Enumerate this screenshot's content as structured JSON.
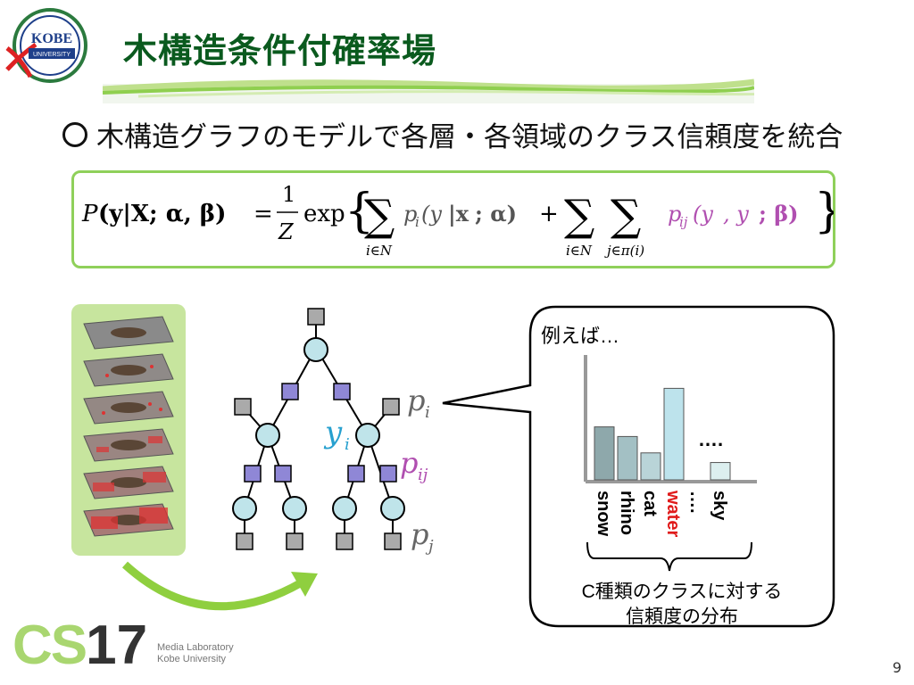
{
  "logo": {
    "text": "KOBE",
    "subtext": "UNIVERSITY"
  },
  "title": "木構造条件付確率場",
  "bullet": "木構造グラフのモデルで各層・各領域のクラス信頼度を統合",
  "formula": {
    "lhs_P": "P",
    "lhs_args": "(y|X; α, β)",
    "equals": "=",
    "frac_num": "1",
    "frac_den": "Z",
    "exp": "exp",
    "sum1_sub": "i∈N",
    "term1": "p",
    "term1_sub": "i",
    "term1_args": "(y",
    "term1_args2": "|x",
    "term1_args3": "; α)",
    "plus": "+",
    "sum2_sub": "i∈N",
    "sum3_sub": "j∈π(i)",
    "term2": "p",
    "term2_sub": "ij",
    "term2_args": "(y",
    "term2_args_mid": ", y",
    "term2_args_end": "; β)"
  },
  "tree": {
    "label_pi": "p",
    "label_pi_sub": "i",
    "label_yi": "y",
    "label_yi_sub": "i",
    "label_pij": "p",
    "label_pij_sub": "ij",
    "label_pj": "p",
    "label_pj_sub": "j"
  },
  "callout": {
    "header": "例えば…",
    "dots_top": "….",
    "categories": [
      "snow",
      "rhino",
      "cat",
      "water",
      "….",
      "sky"
    ],
    "values": [
      0.55,
      0.45,
      0.28,
      0.95,
      0.0,
      0.18
    ],
    "highlight_color": "#e01b1b",
    "caption_line1": "C種類のクラスに対する",
    "caption_line2": "信頼度の分布"
  },
  "footer": {
    "cs": "CS",
    "num": "17",
    "lab1": "Media Laboratory",
    "lab2": "Kobe University"
  },
  "page_number": "9"
}
